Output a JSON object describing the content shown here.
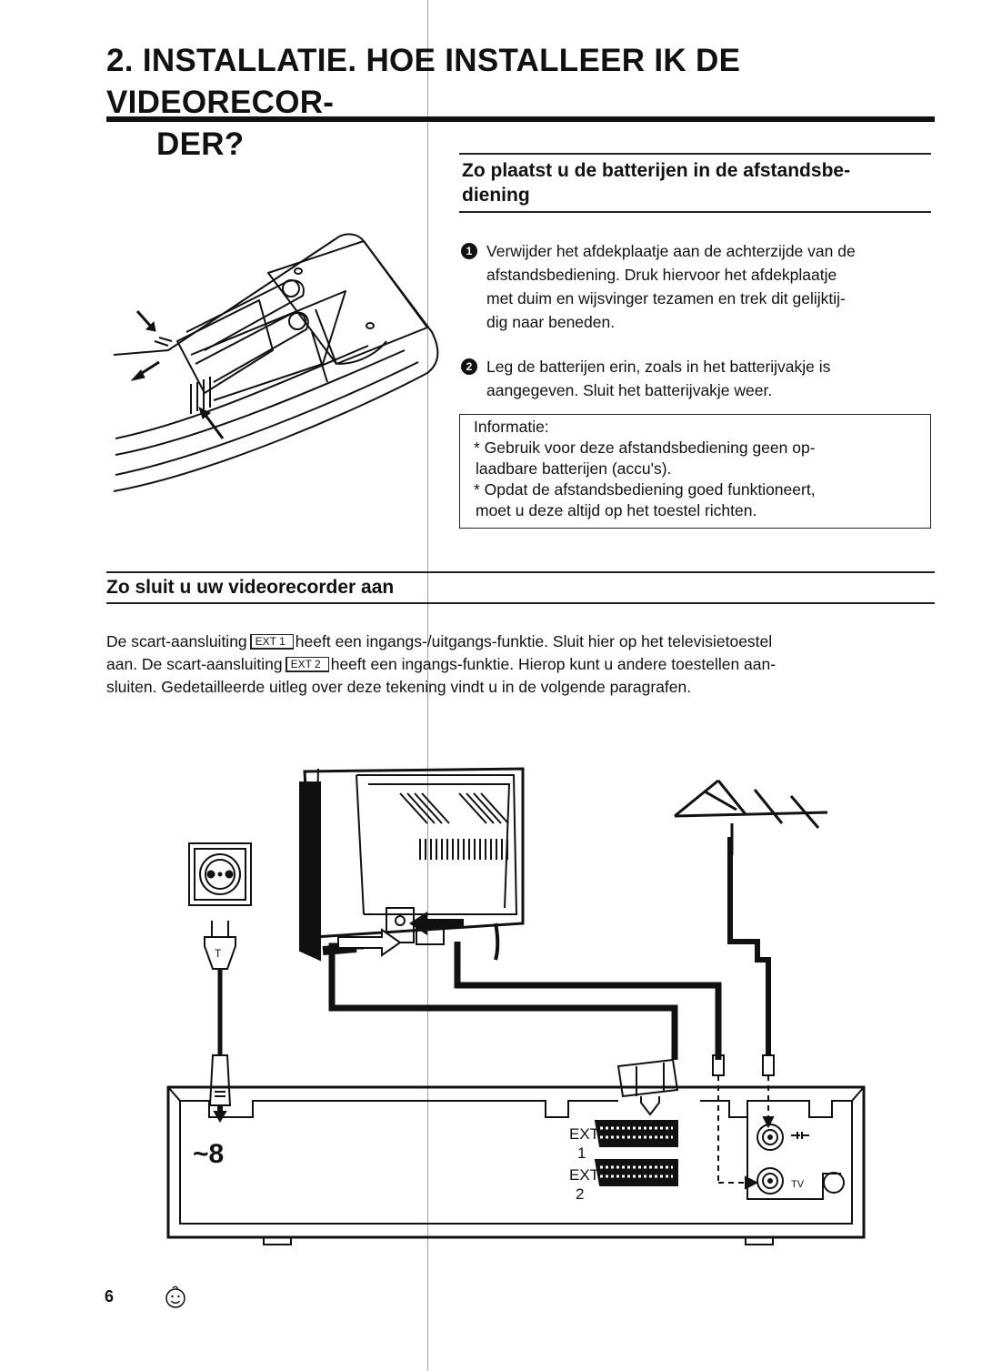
{
  "page": {
    "title_line1": "2.  INSTALLATIE. HOE INSTALLEER IK DE VIDEORECOR-",
    "title_line2": "DER?",
    "page_number": "6"
  },
  "battery_section": {
    "title_line1": "Zo plaatst u de batterijen in de afstandsbe-",
    "title_line2": "diening",
    "steps": [
      {
        "number": "1",
        "lines": [
          "Verwijder het afdekplaatje aan de achterzijde van de",
          "afstandsbediening. Druk hiervoor het afdekplaatje",
          "met duim en wijsvinger tezamen en trek dit gelijktij-",
          "dig naar beneden."
        ]
      },
      {
        "number": "2",
        "lines": [
          "Leg de batterijen erin, zoals in het batterijvakje is",
          "aangegeven. Sluit het batterijvakje weer."
        ]
      }
    ],
    "info": {
      "heading": "Informatie:",
      "lines": [
        "* Gebruik voor deze afstandsbediening geen op-",
        "laadbare batterijen (accu's).",
        "* Opdat de afstandsbediening goed funktioneert,",
        "moet u deze altijd op het toestel richten."
      ]
    }
  },
  "connect_section": {
    "title": "Zo sluit u uw videorecorder aan",
    "paragraph": {
      "l1_a": "De scart-aansluiting",
      "ext1_label": "EXT 1",
      "l1_b": "heeft een ingangs-/uitgangs-funktie. Sluit hier op het televisietoestel",
      "l2_a": "aan. De scart-aansluiting",
      "ext2_label": "EXT 2",
      "l2_b": "heeft een ingangs-funktie. Hierop kunt u andere toestellen aan-",
      "l3": "sluiten. Gedetailleerde uitleg over deze tekening vindt u in de volgende paragrafen."
    }
  },
  "diagram_labels": {
    "ext": "EXT",
    "ext1_number": "1",
    "ext2_number": "2",
    "tv": "TV",
    "mains_symbol": "~8"
  }
}
